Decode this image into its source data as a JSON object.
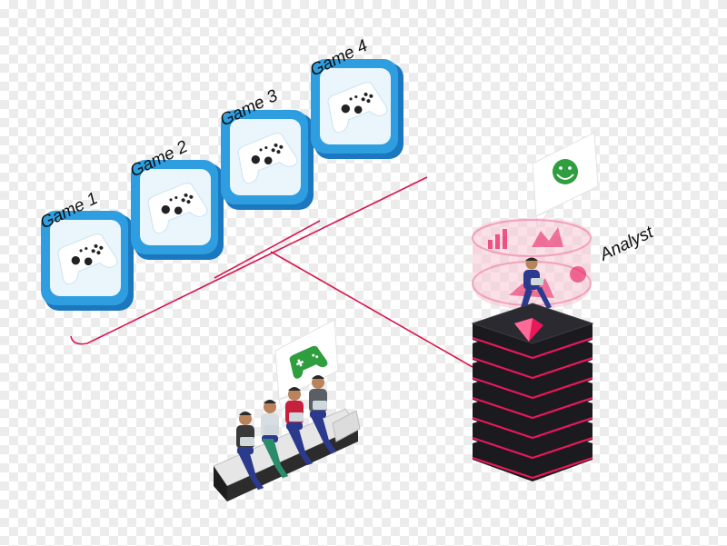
{
  "games": [
    {
      "label": "Game 1",
      "icon": "gamepad-icon"
    },
    {
      "label": "Game 2",
      "icon": "gamepad-icon"
    },
    {
      "label": "Game 3",
      "icon": "gamepad-icon"
    },
    {
      "label": "Game 4",
      "icon": "gamepad-icon"
    }
  ],
  "analyst": {
    "label": "Analyst",
    "bubble_icon": "smiley-icon"
  },
  "players": {
    "bubble_icon": "gamepad-icon",
    "count": 4
  },
  "server": {
    "icon": "gem-icon",
    "layers": 7
  },
  "colors": {
    "tile_blue": "#2f9ee0",
    "tile_face": "#eaf6fc",
    "connector": "#d8174f",
    "server_body": "#1b1b1f",
    "server_stripe": "#e8185a",
    "bubble_green": "#2e9e3e",
    "hologram_pink": "#f07aa0"
  }
}
